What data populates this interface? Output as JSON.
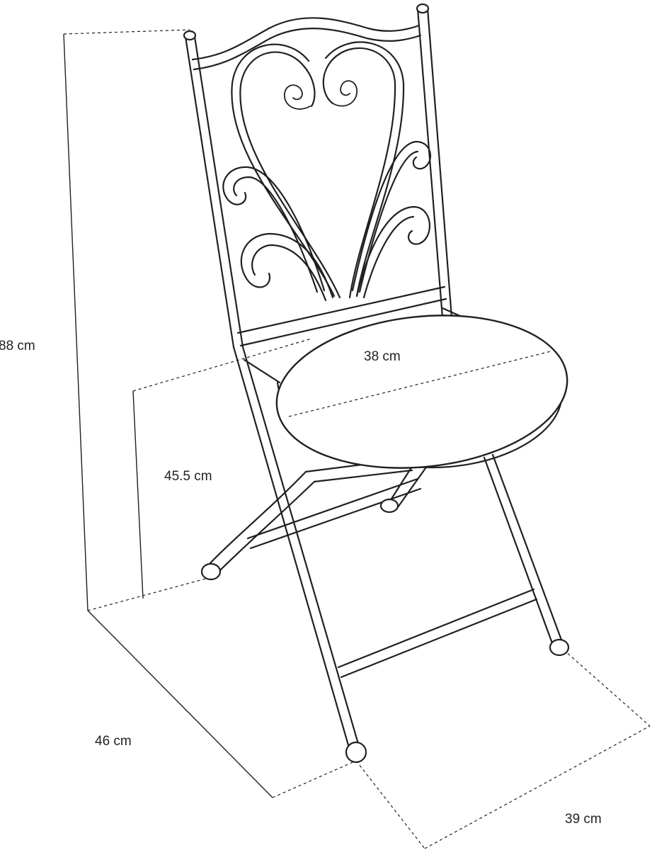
{
  "diagram": {
    "subject": "folding bistro chair with heart scroll backrest",
    "line_color": "#231f20",
    "background": "#ffffff"
  },
  "dimensions": {
    "height_total": "88 cm",
    "seat_height": "45.5 cm",
    "seat_diameter": "38 cm",
    "depth": "46 cm",
    "width": "39 cm"
  }
}
